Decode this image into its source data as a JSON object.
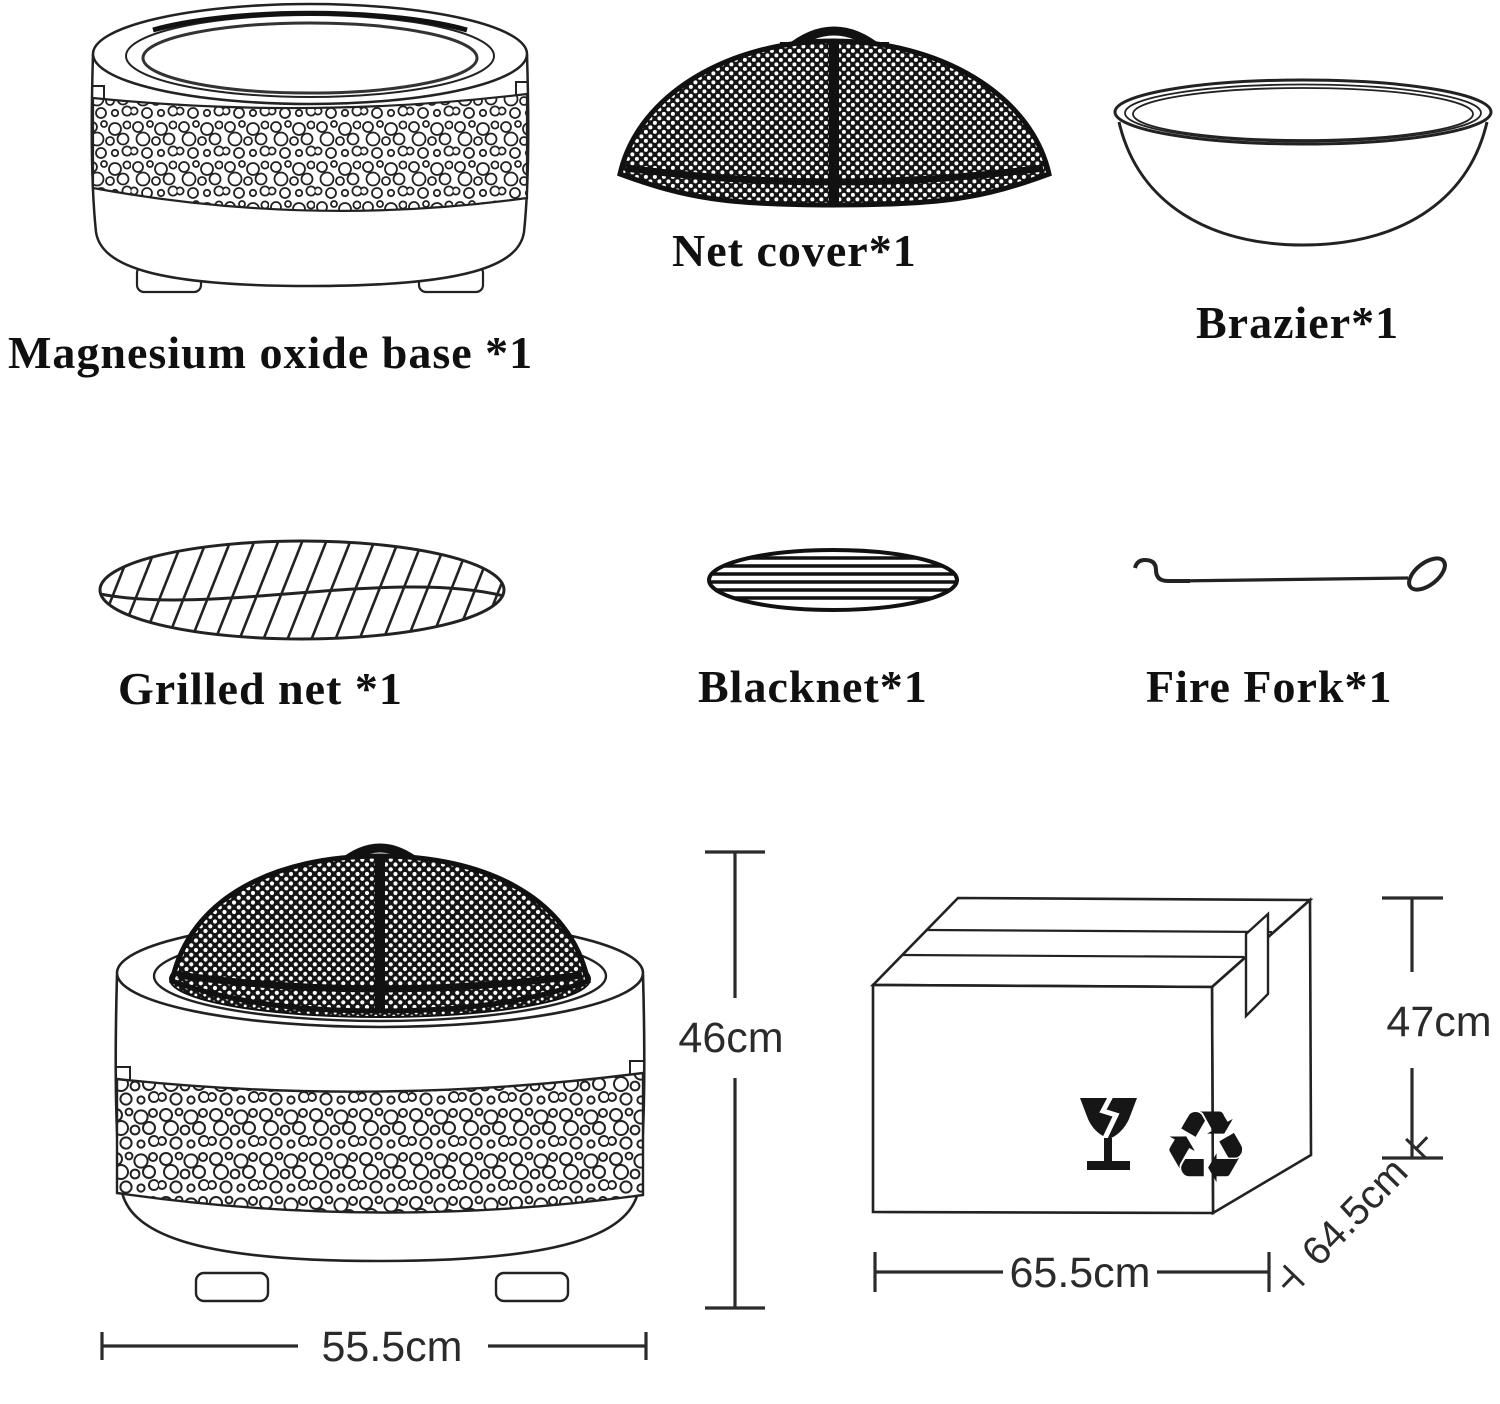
{
  "parts": [
    {
      "label": "Magnesium oxide base *1"
    },
    {
      "label": "Net cover*1"
    },
    {
      "label": "Brazier*1"
    },
    {
      "label": "Grilled net *1"
    },
    {
      "label": "Blacknet*1"
    },
    {
      "label": "Fire Fork*1"
    }
  ],
  "dimensions": {
    "assembled_height": "46cm",
    "assembled_width": "55.5cm",
    "box_height": "47cm",
    "box_width": "65.5cm",
    "box_depth": "64.5cm"
  },
  "icons": {
    "fragile": "fragile-glass-icon",
    "recycle": "recycling-icon",
    "recycle_glyph": "♻"
  },
  "colors": {
    "line": "#1f1f1f",
    "background": "#ffffff"
  }
}
